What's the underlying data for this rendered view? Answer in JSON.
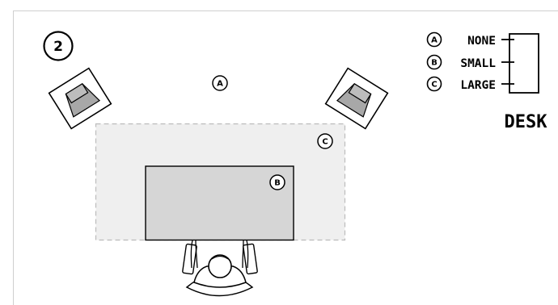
{
  "step_number": "2",
  "zones": {
    "none": {
      "badge": "A",
      "fill": "#ffffff"
    },
    "small": {
      "badge": "B",
      "fill": "#d6d6d6"
    },
    "large": {
      "badge": "C",
      "fill": "#efefef",
      "border": "#bcbcbc"
    }
  },
  "legend": {
    "items": [
      {
        "badge": "A",
        "label": "NONE"
      },
      {
        "badge": "B",
        "label": "SMALL"
      },
      {
        "badge": "C",
        "label": "LARGE"
      }
    ],
    "caption": "DESK"
  },
  "colors": {
    "line": "#000000",
    "frame": "#cfcfcf",
    "speaker_cone": "#a8a8a8"
  }
}
